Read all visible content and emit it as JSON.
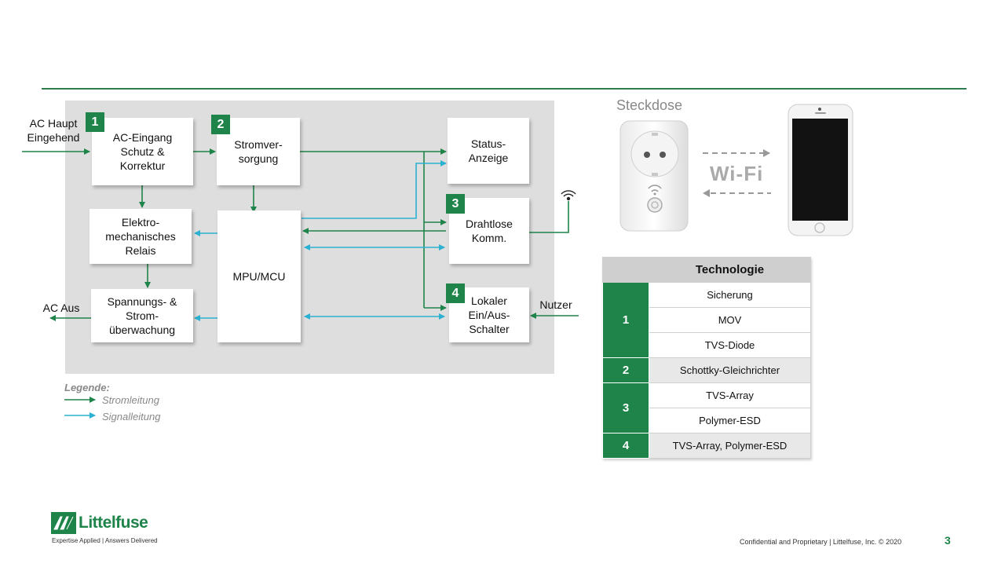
{
  "blocks": {
    "ac_input": "AC-Eingang\nSchutz &\nKorrektur",
    "power_supply": "Stromver-\nsorgung",
    "status_display": "Status-\nAnzeige",
    "relay": "Elektro-\nmechanisches\nRelais",
    "mcu": "MPU/MCU",
    "wireless": "Drahtlose\nKomm.",
    "monitoring": "Spannungs- &\nStrom-\nüberwachung",
    "local_switch": "Lokaler\nEin/Aus-\nSchalter"
  },
  "badges": [
    "1",
    "2",
    "3",
    "4"
  ],
  "labels": {
    "ac_main": "AC Haupt\nEingehend",
    "ac_out": "AC Aus",
    "user": "Nutzer"
  },
  "legend": {
    "title": "Legende:",
    "power_line": "Stromleitung",
    "signal_line": "Signalleitung"
  },
  "colors": {
    "power_line": "#1e8449",
    "signal_line": "#2ab0d0",
    "accent": "#1e8449"
  },
  "illustration": {
    "title": "Steckdose",
    "wifi": "Wi-Fi"
  },
  "table": {
    "header": "Technologie",
    "rows": [
      {
        "group": "1",
        "item": "Sicherung"
      },
      {
        "group": "1",
        "item": "MOV"
      },
      {
        "group": "1",
        "item": "TVS-Diode"
      },
      {
        "group": "2",
        "item": "Schottky-Gleichrichter"
      },
      {
        "group": "3",
        "item": "TVS-Array"
      },
      {
        "group": "3",
        "item": "Polymer-ESD"
      },
      {
        "group": "4",
        "item": "TVS-Array, Polymer-ESD"
      }
    ]
  },
  "footer": {
    "logo": "Littelfuse",
    "tagline": "Expertise Applied | Answers Delivered",
    "confidential": "Confidential and Proprietary | Littelfuse, Inc. © 2020",
    "page": "3"
  }
}
